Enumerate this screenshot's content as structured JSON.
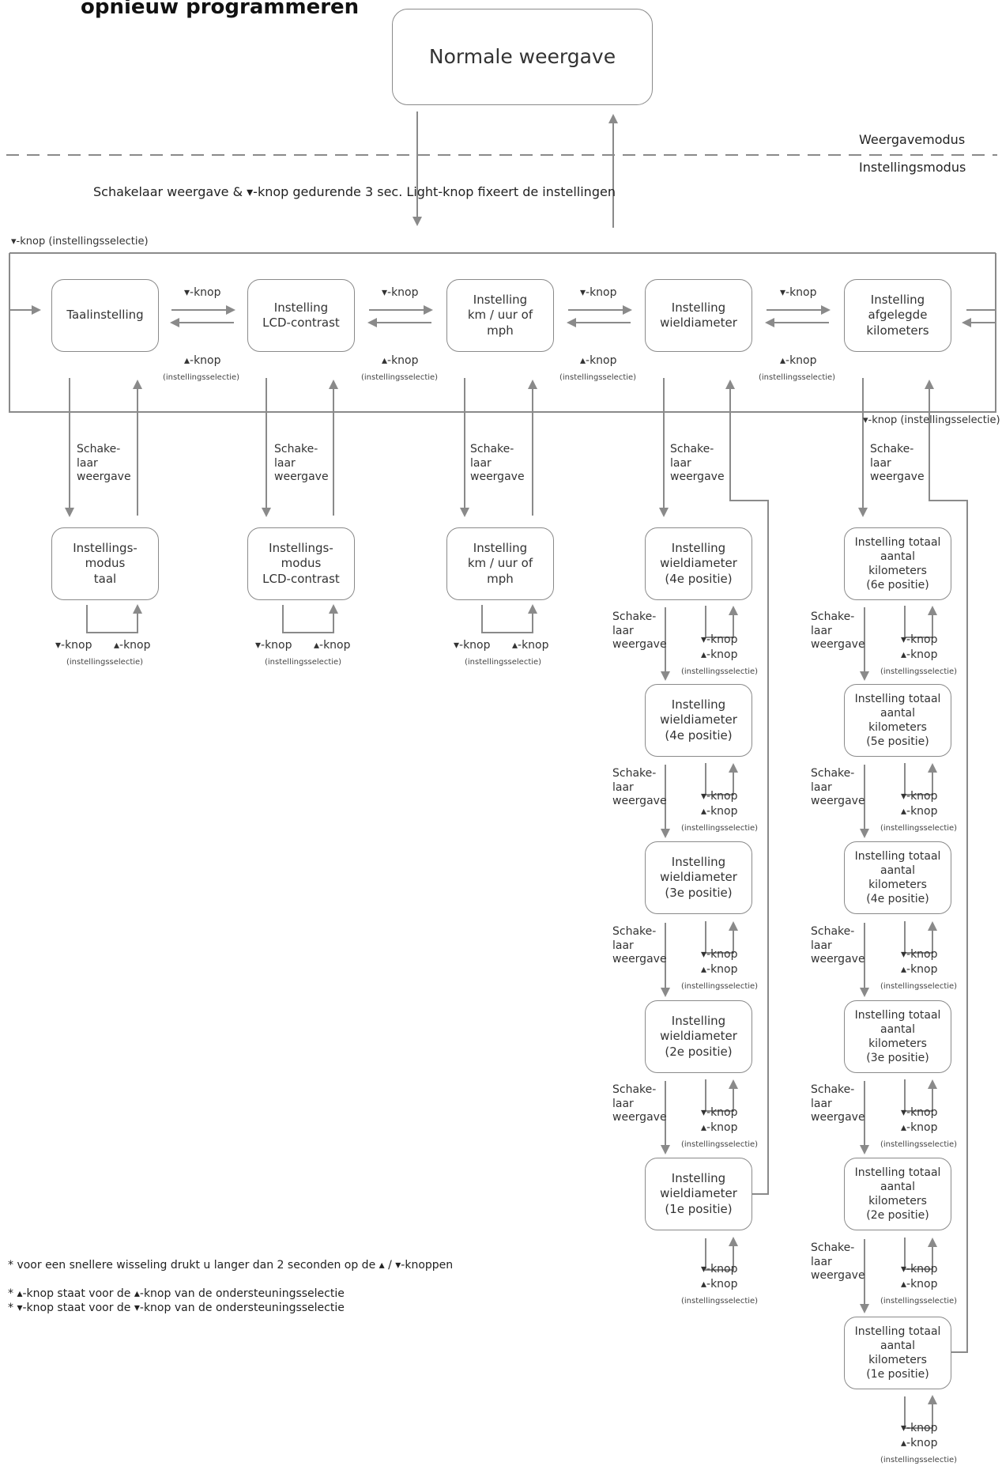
{
  "heading": "opnieuw programmeren",
  "top_box": "Normale weergave",
  "mode_display": "Weergavemodus",
  "mode_settings": "Instellingsmodus",
  "entry_instruction": "Schakelaar weergave & ▾-knop gedurende 3 sec. Light-knop fixeert de instellingen",
  "down_knop": "▾-knop",
  "up_knop": "▴-knop",
  "sel": "(instellingsselectie)",
  "down_knop_sel": "▾-knop (instellingsselectie)",
  "switch": "Schake-\nlaar\nweergave",
  "main_boxes": [
    "Taalinstelling",
    "Instelling\nLCD-contrast",
    "Instelling\nkm / uur of\nmph",
    "Instelling\nwieldiameter",
    "Instelling\nafgelegde\nkilometers"
  ],
  "sub_boxes": [
    "Instellings-\nmodus\ntaal",
    "Instellings-\nmodus\nLCD-contrast",
    "Instelling\nkm / uur of\nmph"
  ],
  "wheel_boxes": [
    "Instelling\nwieldiameter\n(4e positie)",
    "Instelling\nwieldiameter\n(4e positie)",
    "Instelling\nwieldiameter\n(3e positie)",
    "Instelling\nwieldiameter\n(2e positie)",
    "Instelling\nwieldiameter\n(1e positie)"
  ],
  "km_boxes": [
    "Instelling totaal\naantal kilometers\n(6e positie)",
    "Instelling totaal\naantal kilometers\n(5e positie)",
    "Instelling totaal\naantal kilometers\n(4e positie)",
    "Instelling totaal\naantal kilometers\n(3e positie)",
    "Instelling totaal\naantal kilometers\n(2e positie)",
    "Instelling totaal\naantal kilometers\n(1e positie)"
  ],
  "footnotes": [
    "* voor een snellere wisseling drukt u langer dan 2 seconden op de ▴ / ▾-knoppen",
    "* ▴-knop staat voor de ▴-knop van de ondersteuningsselectie",
    "* ▾-knop staat voor de ▾-knop van de ondersteuningsselectie"
  ],
  "colors": {
    "line": "#8a8a8a",
    "text": "#333333"
  }
}
